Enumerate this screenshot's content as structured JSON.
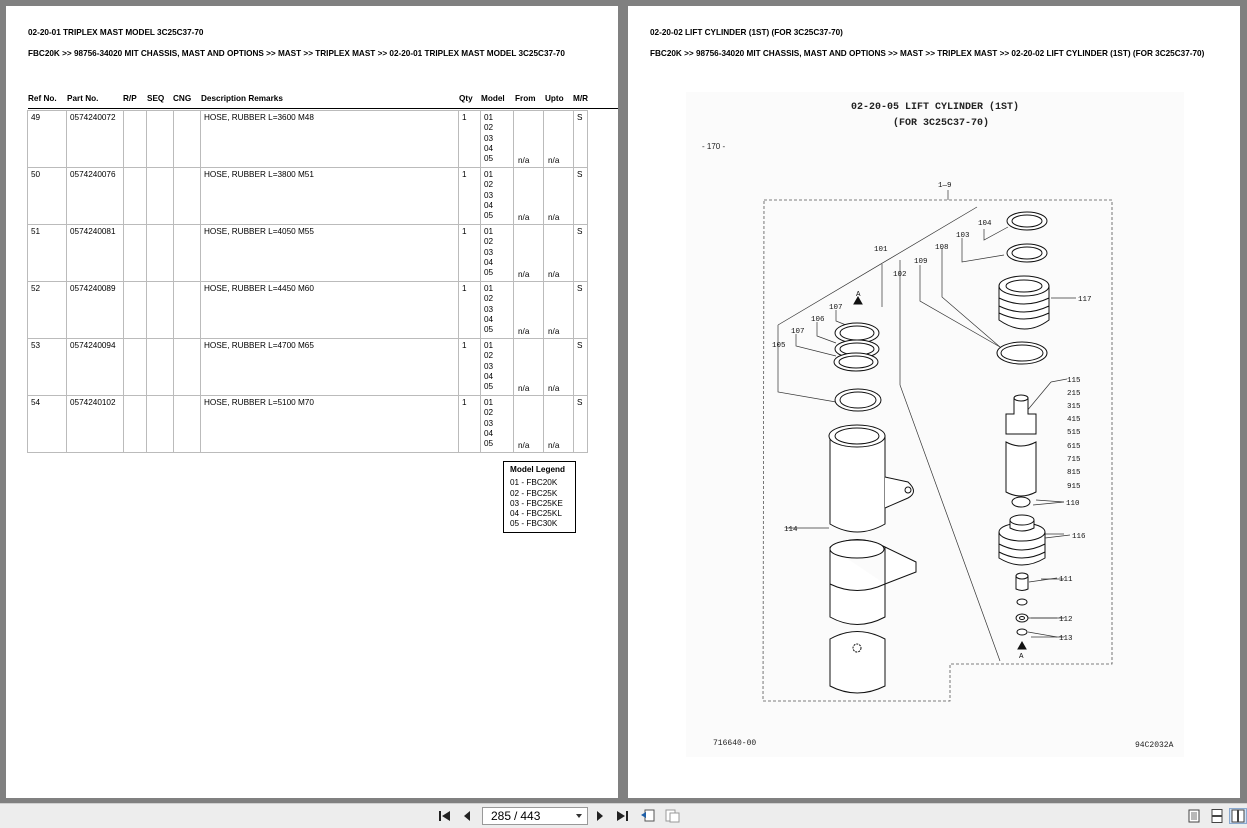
{
  "left_page": {
    "title": "02-20-01 TRIPLEX MAST MODEL 3C25C37-70",
    "breadcrumb": "FBC20K >> 98756-34020 MIT CHASSIS, MAST AND OPTIONS >> MAST >> TRIPLEX MAST >> 02-20-01 TRIPLEX MAST MODEL 3C25C37-70",
    "headers": [
      "Ref No.",
      "Part No.",
      "R/P",
      "SEQ",
      "CNG",
      "Description Remarks",
      "Qty",
      "Model",
      "From",
      "Upto",
      "M/R"
    ],
    "rows": [
      {
        "ref": "49",
        "part": "0574240072",
        "desc": "HOSE, RUBBER L=3600 M48",
        "qty": "1",
        "models": [
          "01",
          "02",
          "03",
          "04",
          "05"
        ],
        "from": "n/a",
        "upto": "n/a",
        "mr": "S"
      },
      {
        "ref": "50",
        "part": "0574240076",
        "desc": "HOSE, RUBBER L=3800 M51",
        "qty": "1",
        "models": [
          "01",
          "02",
          "03",
          "04",
          "05"
        ],
        "from": "n/a",
        "upto": "n/a",
        "mr": "S"
      },
      {
        "ref": "51",
        "part": "0574240081",
        "desc": "HOSE, RUBBER L=4050 M55",
        "qty": "1",
        "models": [
          "01",
          "02",
          "03",
          "04",
          "05"
        ],
        "from": "n/a",
        "upto": "n/a",
        "mr": "S"
      },
      {
        "ref": "52",
        "part": "0574240089",
        "desc": "HOSE, RUBBER L=4450 M60",
        "qty": "1",
        "models": [
          "01",
          "02",
          "03",
          "04",
          "05"
        ],
        "from": "n/a",
        "upto": "n/a",
        "mr": "S"
      },
      {
        "ref": "53",
        "part": "0574240094",
        "desc": "HOSE, RUBBER L=4700 M65",
        "qty": "1",
        "models": [
          "01",
          "02",
          "03",
          "04",
          "05"
        ],
        "from": "n/a",
        "upto": "n/a",
        "mr": "S"
      },
      {
        "ref": "54",
        "part": "0574240102",
        "desc": "HOSE, RUBBER L=5100 M70",
        "qty": "1",
        "models": [
          "01",
          "02",
          "03",
          "04",
          "05"
        ],
        "from": "n/a",
        "upto": "n/a",
        "mr": "S"
      }
    ],
    "legend": {
      "title": "Model Legend",
      "items": [
        "01 - FBC20K",
        "02 - FBC25K",
        "03 - FBC25KE",
        "04 - FBC25KL",
        "05 - FBC30K"
      ]
    }
  },
  "right_page": {
    "title": "02-20-02 LIFT CYLINDER (1ST) (FOR 3C25C37-70)",
    "breadcrumb": "FBC20K >> 98756-34020 MIT CHASSIS, MAST AND OPTIONS >> MAST >> TRIPLEX MAST >> 02-20-02 LIFT CYLINDER (1ST) (FOR 3C25C37-70)",
    "drawing": {
      "title_line1": "02-20-05 LIFT CYLINDER (1ST)",
      "title_line2": "(FOR 3C25C37-70)",
      "page_no": "- 170 -",
      "doc_no_left": "716640-00",
      "doc_no_right": "94C2032A",
      "callouts": {
        "c1_9": "1—9",
        "c104": "104",
        "c103": "103",
        "c108": "108",
        "c101": "101",
        "c109": "109",
        "c102": "102",
        "c117": "117",
        "c107a": "107",
        "c106": "106",
        "c107b": "107",
        "c105": "105",
        "c115": "115",
        "c215": "215",
        "c315": "315",
        "c415": "415",
        "c515": "515",
        "c615": "615",
        "c715": "715",
        "c815": "815",
        "c915": "915",
        "c110": "110",
        "c116": "116",
        "c114": "114",
        "c111": "111",
        "c112": "112",
        "c113": "113",
        "arrow_a1": "A",
        "arrow_a2": "A"
      }
    }
  },
  "toolbar": {
    "current_page": "285",
    "total_pages": "443"
  }
}
